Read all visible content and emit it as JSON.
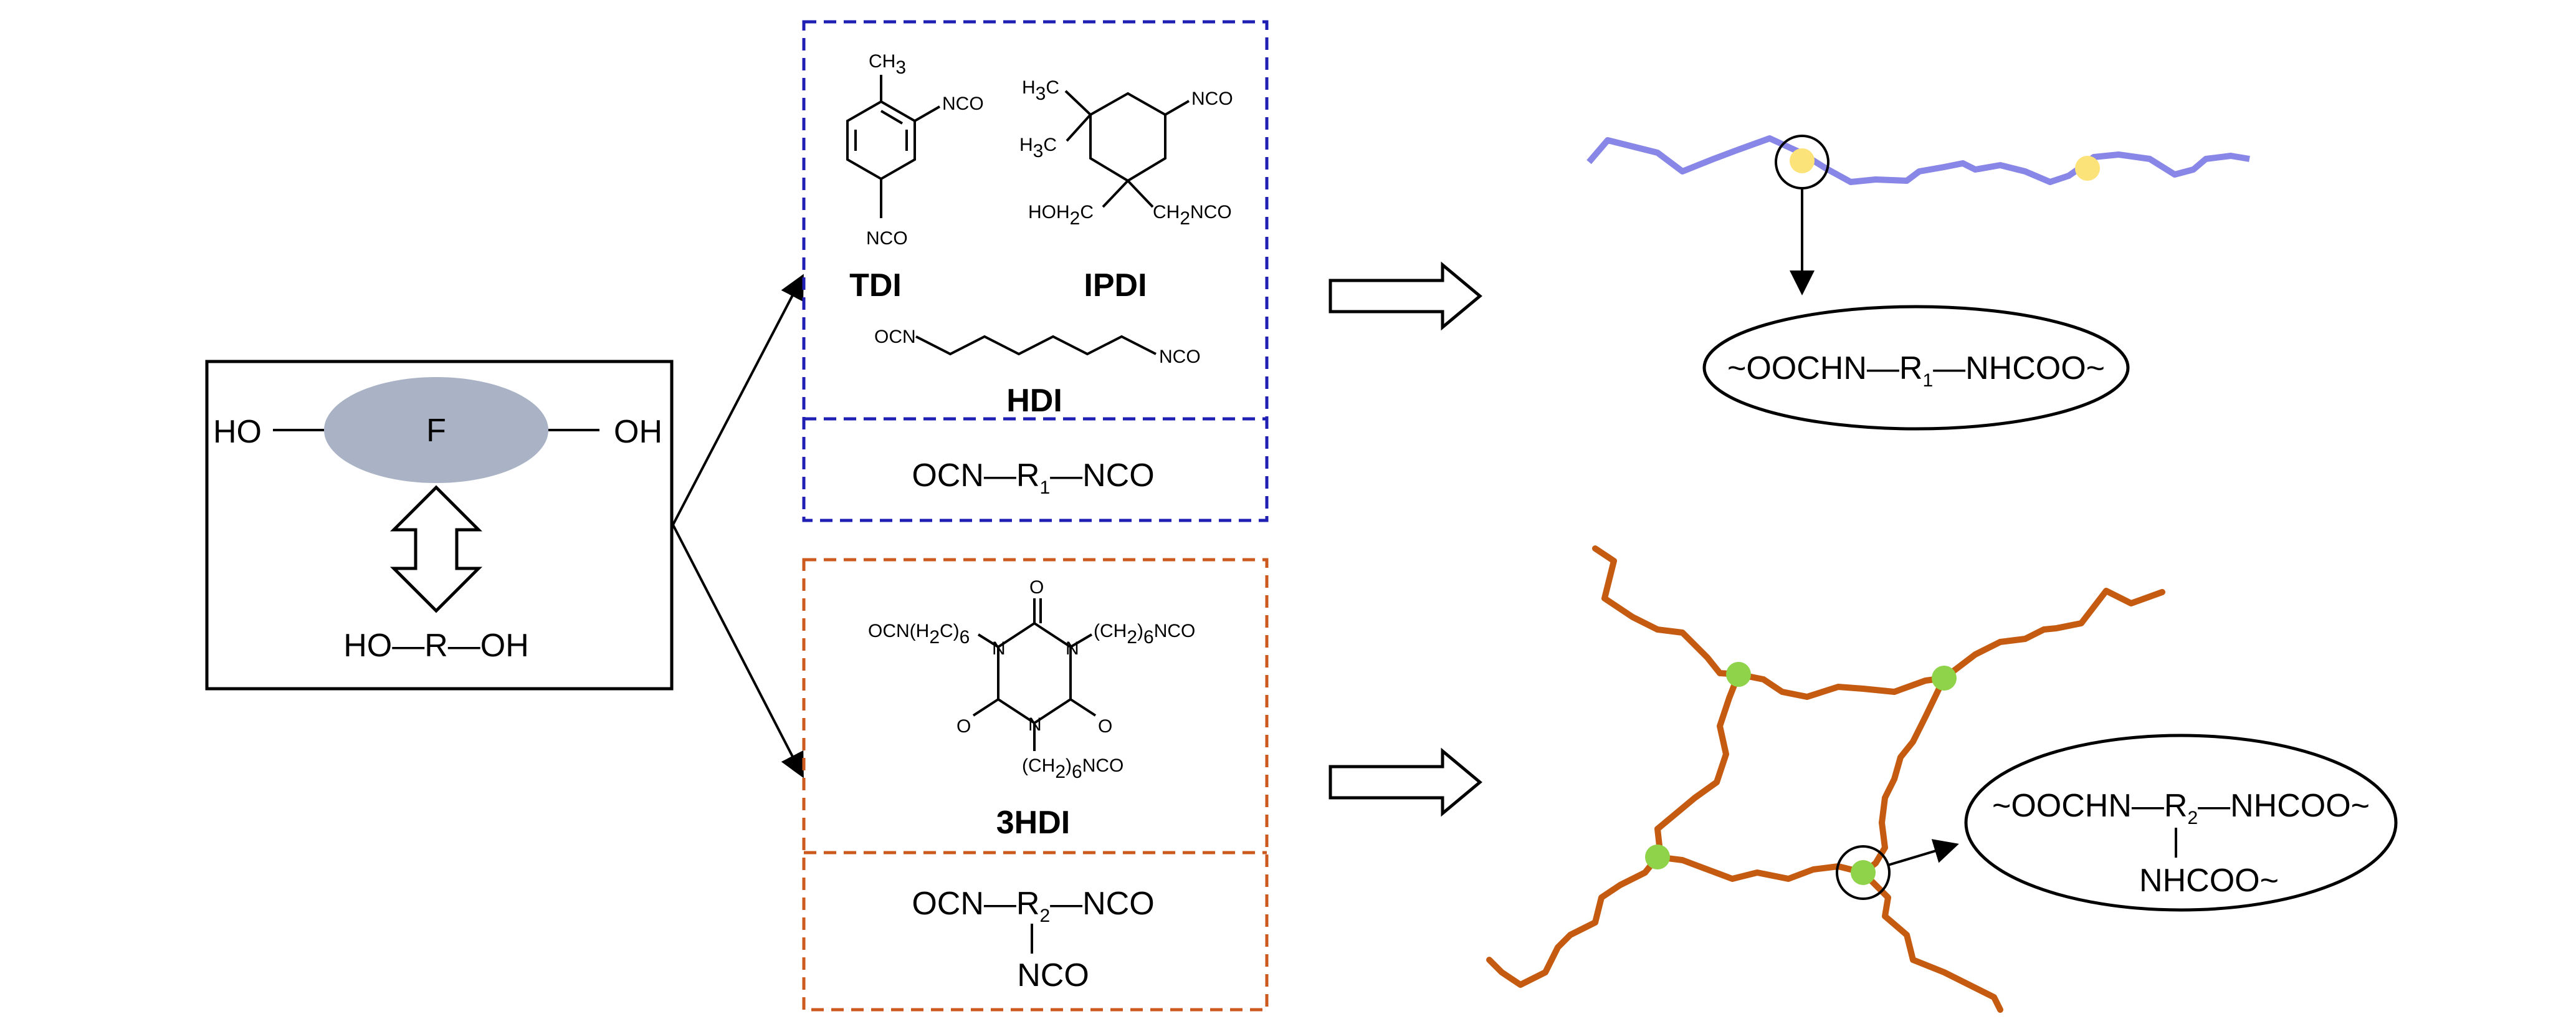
{
  "diol": {
    "f_label": "F",
    "ho_left": "HO",
    "oh_right": "OH",
    "generic": {
      "p1": "HO",
      "p2": "R",
      "p3": "OH"
    }
  },
  "diisocyanates": {
    "tdi": {
      "name": "TDI",
      "ch3": "CH",
      "ch3_sub": "3",
      "nco1": "NCO",
      "nco2": "NCO"
    },
    "ipdi": {
      "name": "IPDI",
      "h3c_a": "H",
      "h3c_a_sub": "3",
      "h3c_a_c": "C",
      "h3c_b": "H",
      "h3c_b_sub": "3",
      "h3c_b_c": "C",
      "nco": "NCO",
      "hoh2c": "HOH",
      "hoh2c_sub": "2",
      "hoh2c_c": "C",
      "ch2nco": "CH",
      "ch2nco_sub": "2",
      "ch2nco_end": "NCO"
    },
    "hdi": {
      "name": "HDI",
      "ocn": "OCN",
      "nco": "NCO"
    },
    "generic": {
      "p1": "OCN",
      "p2": "R",
      "p2_sub": "1",
      "p3": "NCO"
    }
  },
  "triisocyanate": {
    "name": "3HDI",
    "o_top": "O",
    "o_left": "O",
    "o_right": "O",
    "n_left": "N",
    "n_right": "N",
    "n_bottom": "N",
    "left_chain": "OCN(H",
    "left_chain_sub1": "2",
    "left_chain_mid": "C)",
    "left_chain_sub2": "6",
    "right_chain": "(CH",
    "right_chain_sub1": "2",
    "right_chain_mid": ")",
    "right_chain_sub2": "6",
    "right_chain_end": "NCO",
    "bottom_chain": "(CH",
    "bottom_chain_sub1": "2",
    "bottom_chain_mid": ")",
    "bottom_chain_sub2": "6",
    "bottom_chain_end": "NCO",
    "generic": {
      "p1": "OCN",
      "p2": "R",
      "p2_sub": "2",
      "p3": "NCO",
      "p4": "NCO"
    }
  },
  "linear_product": {
    "p1": "~OOCHN",
    "p2": "R",
    "p2_sub": "1",
    "p3": "NHCOO~"
  },
  "network_product": {
    "p1": "~OOCHN",
    "p2": "R",
    "p2_sub": "2",
    "p3": "NHCOO~",
    "p4": "NHCOO~"
  },
  "colors": {
    "blue_box": "#1f1fb4",
    "orange_box": "#cc5a1e",
    "f_ellipse": "#a9b3c5",
    "linear_chain": "#8886e6",
    "network_chain": "#c55a11",
    "yellow_node": "#fbe37a",
    "green_node": "#8fd34a"
  }
}
